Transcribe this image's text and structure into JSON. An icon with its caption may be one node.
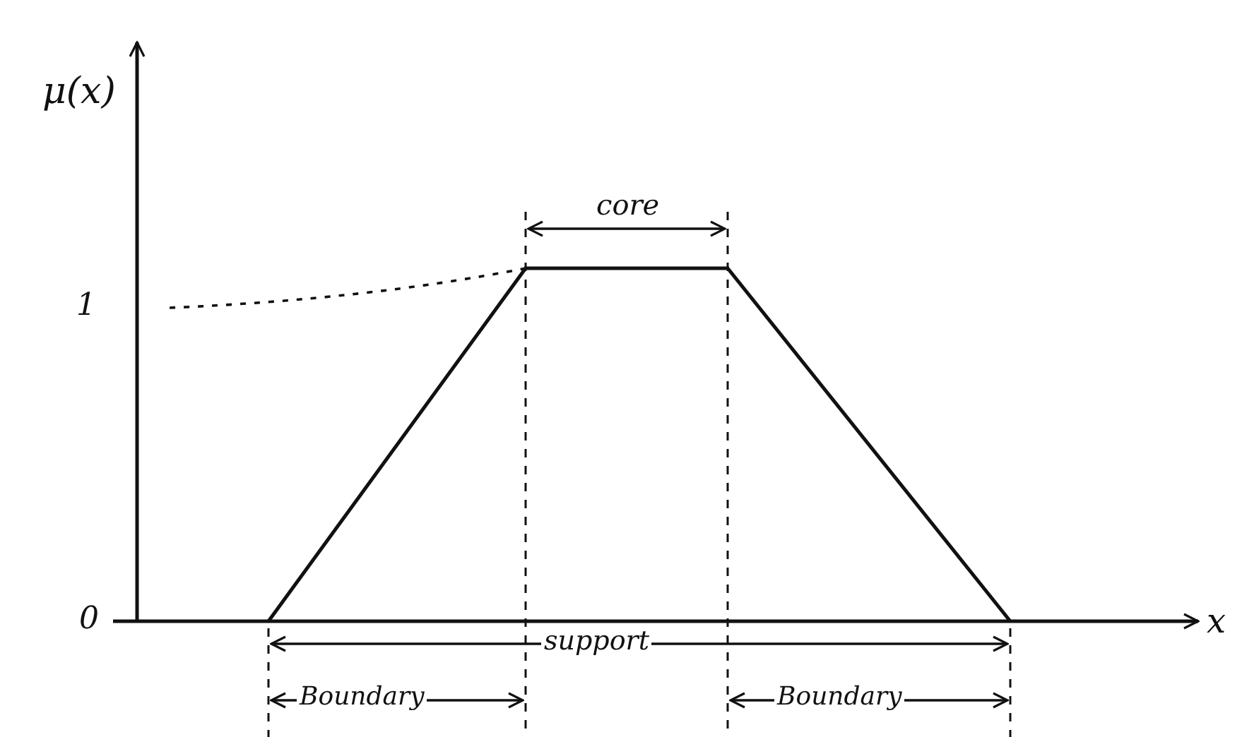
{
  "diagram": {
    "labels": [
      "μ(x)",
      "1",
      "0",
      "x",
      "core",
      "support",
      "Boundary",
      "Boundary"
    ]
  }
}
